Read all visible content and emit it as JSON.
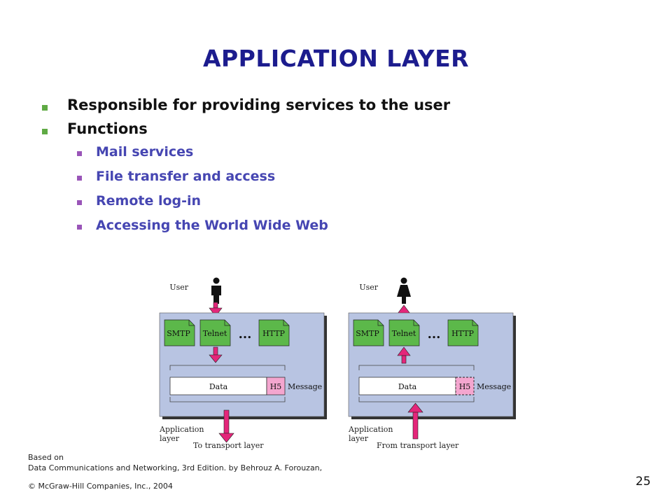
{
  "slide": {
    "title": "APPLICATION LAYER",
    "bullets": [
      "Responsible for providing services to the user",
      "Functions"
    ],
    "sub_bullets": [
      "Mail services",
      "File transfer and access",
      "Remote log-in",
      "Accessing the World Wide Web"
    ],
    "colors": {
      "title": "#1c1c8e",
      "sub_bullet_text": "#4646b2",
      "bullet_marker": "#5faa44",
      "sub_bullet_marker": "#9a55b8"
    }
  },
  "diagram": {
    "left": {
      "user_label": "User",
      "boxes": [
        "SMTP",
        "Telnet",
        "HTTP"
      ],
      "ellipsis": "...",
      "data_label": "Data",
      "header_label": "H5",
      "message_label": "Message",
      "layer_label_line1": "Application",
      "layer_label_line2": "layer",
      "transport_label": "To transport layer"
    },
    "right": {
      "user_label": "User",
      "boxes": [
        "SMTP",
        "Telnet",
        "HTTP"
      ],
      "ellipsis": "...",
      "data_label": "Data",
      "header_label": "H5",
      "message_label": "Message",
      "layer_label_line1": "Application",
      "layer_label_line2": "layer",
      "transport_label": "From transport layer"
    },
    "colors": {
      "panel": "#b8c4e2",
      "protocol_box": "#5cb84a",
      "arrow": "#e4267a",
      "header": "#f4a6cf"
    }
  },
  "footer": {
    "line1": "Based on",
    "line2": "Data Communications  and Networking, 3rd Edition.  by Behrouz A. Forouzan,",
    "line3": "© McGraw-Hill Companies, Inc., 2004"
  },
  "page_number": "25"
}
